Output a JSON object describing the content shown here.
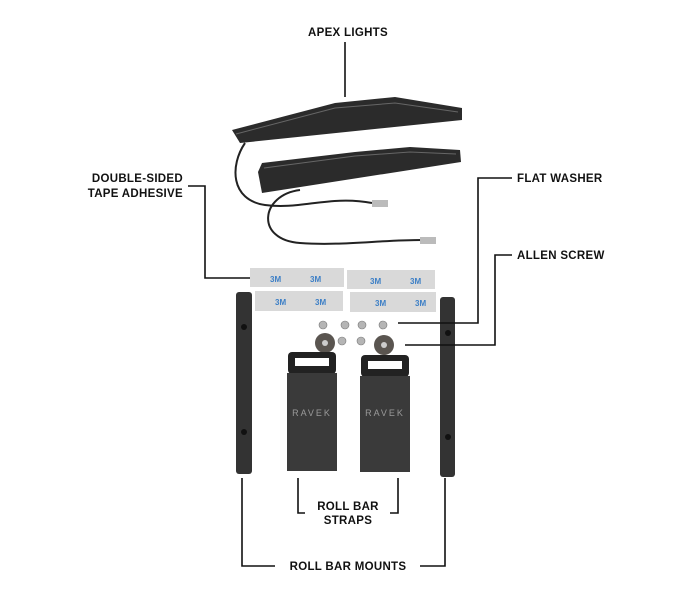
{
  "labels": {
    "apex_lights": "APEX LIGHTS",
    "tape_line1": "DOUBLE-SIDED",
    "tape_line2": "TAPE ADHESIVE",
    "flat_washer": "FLAT WASHER",
    "allen_screw": "ALLEN SCREW",
    "straps_line1": "ROLL BAR",
    "straps_line2": "STRAPS",
    "mounts": "ROLL BAR MOUNTS"
  },
  "product_marks": {
    "strap_brand": "RAVEK",
    "tape_brand": "3M"
  },
  "colors": {
    "parts": "#2f2f2f",
    "tape": "#d9d9d9",
    "tape_print": "#3c7fc6",
    "leader": "#111111"
  }
}
